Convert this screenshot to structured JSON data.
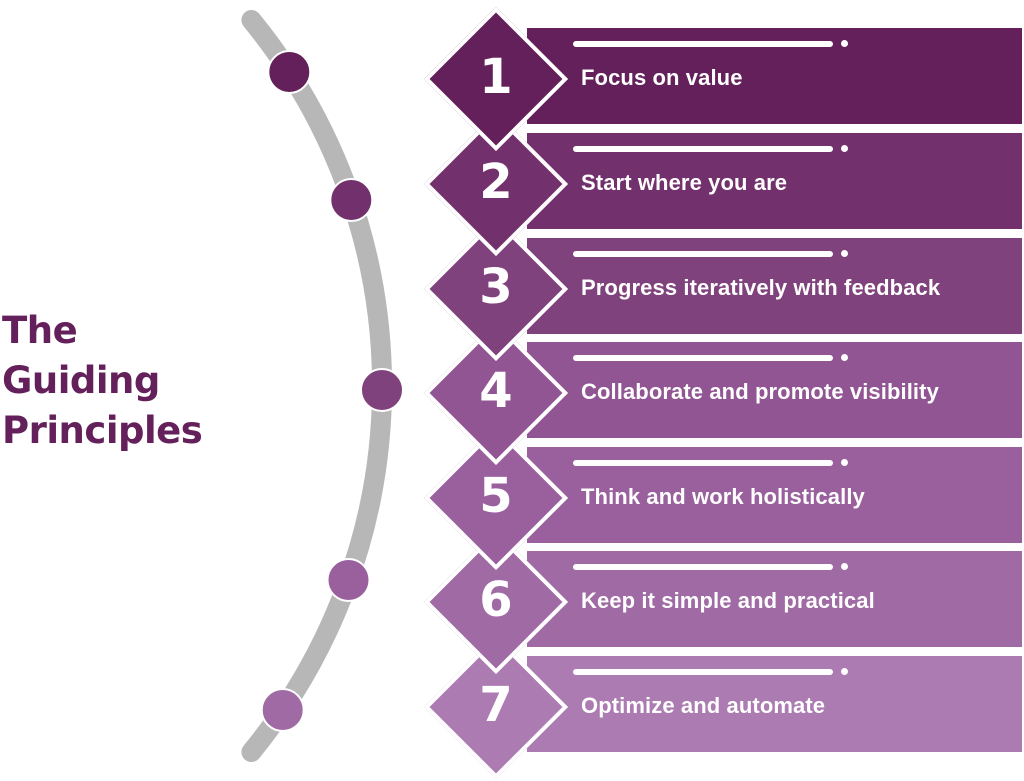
{
  "title": {
    "lines": [
      "The",
      "Guiding",
      "Principles"
    ],
    "color": "#63205A"
  },
  "arc": {
    "color": "#B7B7B7",
    "node_colors": [
      "#63205A",
      "#72306C",
      "#80427C",
      "#915593",
      "#9A609E",
      "#A06AA4",
      "#AB7BB1"
    ]
  },
  "principles": [
    {
      "number": "1",
      "label": "Focus on value",
      "color": "#63205A"
    },
    {
      "number": "2",
      "label": "Start where you are",
      "color": "#72306C"
    },
    {
      "number": "3",
      "label": "Progress iteratively with feedback",
      "color": "#80427C"
    },
    {
      "number": "4",
      "label": "Collaborate and promote visibility",
      "color": "#915593"
    },
    {
      "number": "5",
      "label": "Think and work holistically",
      "color": "#9A609E"
    },
    {
      "number": "6",
      "label": "Keep it simple and practical",
      "color": "#A06AA4"
    },
    {
      "number": "7",
      "label": "Optimize and automate",
      "color": "#AB7BB1"
    }
  ]
}
